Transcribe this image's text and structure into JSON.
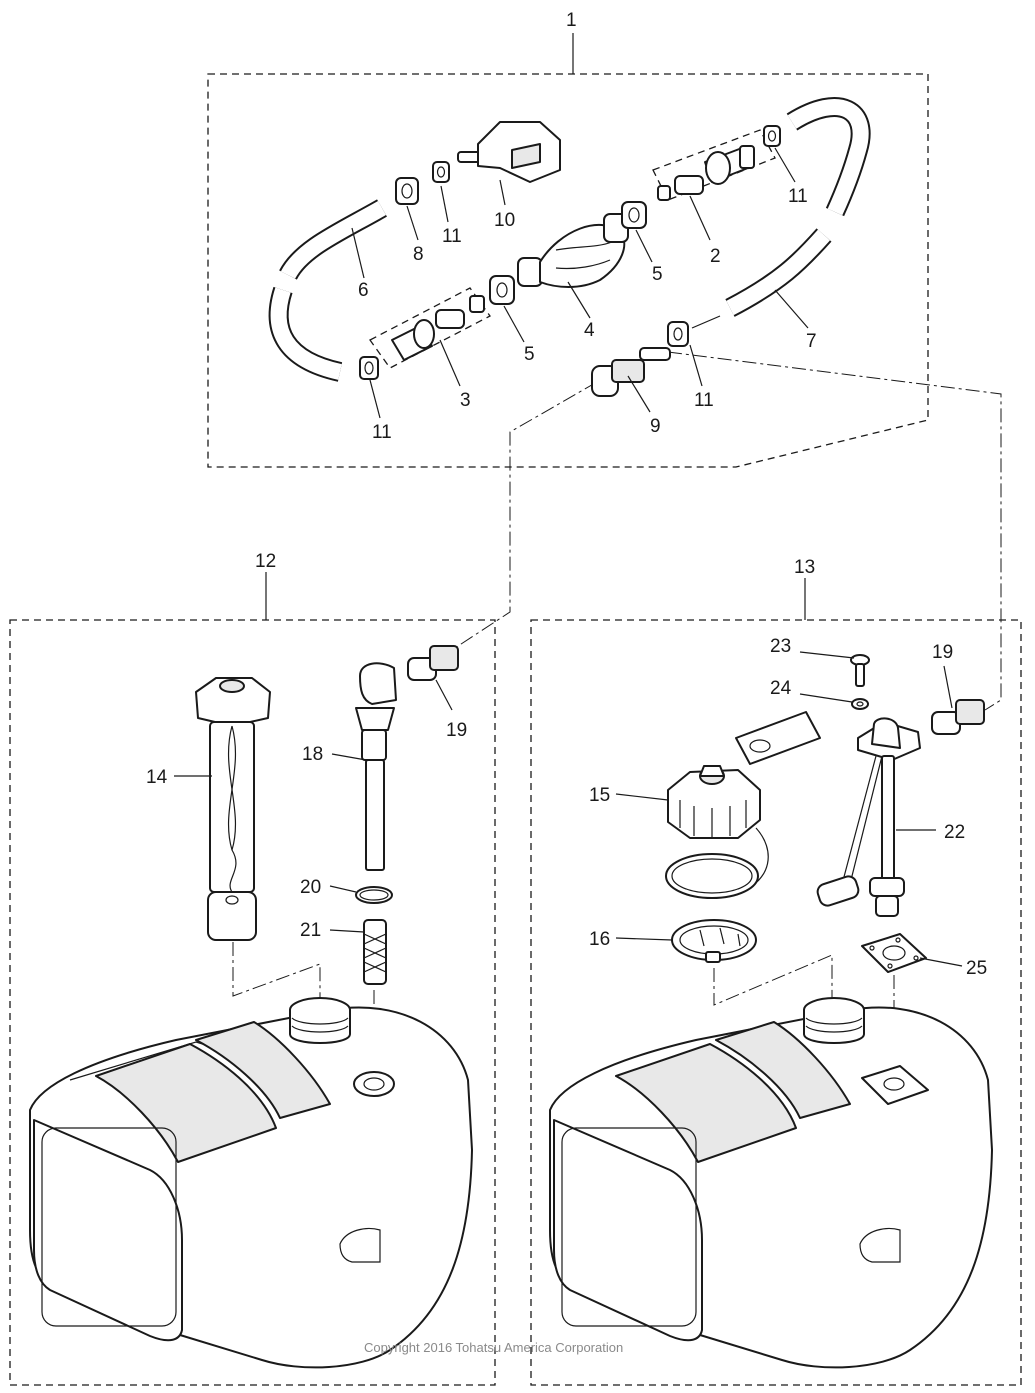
{
  "diagram": {
    "callouts": {
      "c1": "1",
      "c2": "2",
      "c3": "3",
      "c4": "4",
      "c5a": "5",
      "c5b": "5",
      "c6": "6",
      "c7": "7",
      "c8": "8",
      "c9": "9",
      "c10": "10",
      "c11a": "11",
      "c11b": "11",
      "c11c": "11",
      "c11d": "11",
      "c12": "12",
      "c13": "13",
      "c14": "14",
      "c15": "15",
      "c16": "16",
      "c18": "18",
      "c19a": "19",
      "c19b": "19",
      "c20": "20",
      "c21": "21",
      "c22": "22",
      "c23": "23",
      "c24": "24",
      "c25": "25"
    },
    "copyright": "Copyright 2016 Tohatsu America Corporation"
  }
}
